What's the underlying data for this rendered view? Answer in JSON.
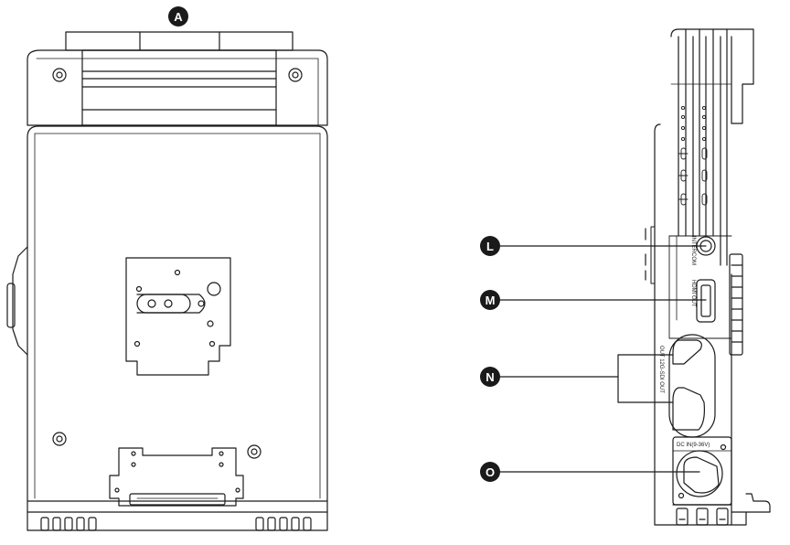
{
  "callouts": {
    "a": "A",
    "l": "L",
    "m": "M",
    "n": "N",
    "o": "O"
  },
  "port_labels": {
    "intercom": "INTERCOM",
    "hdmi_out": "HDMI OUT",
    "sdi_out": "OUT  12G-SDI  OUT",
    "dc_in": "DC IN(9-36V)"
  },
  "colors": {
    "line": "#1a1a1a",
    "callout_fill": "#1a1a1a"
  }
}
